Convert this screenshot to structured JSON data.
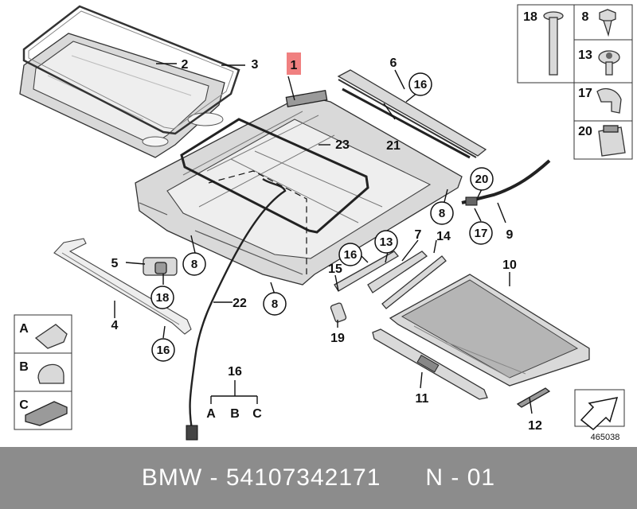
{
  "diagram": {
    "callouts": [
      "1",
      "2",
      "3",
      "4",
      "5",
      "6",
      "7",
      "8",
      "9",
      "10",
      "11",
      "12",
      "13",
      "14",
      "15",
      "16",
      "17",
      "18",
      "19",
      "20",
      "21",
      "22",
      "23"
    ],
    "variant_labels": [
      "A",
      "B",
      "C"
    ],
    "reference_number": "465038"
  },
  "footer": {
    "brand": "BMW",
    "part_number": "54107342171",
    "page": "N - 01",
    "separator": " - "
  },
  "colors": {
    "highlight": "#f08080",
    "footer_bg": "#8c8c8c",
    "footer_text": "#ffffff"
  }
}
